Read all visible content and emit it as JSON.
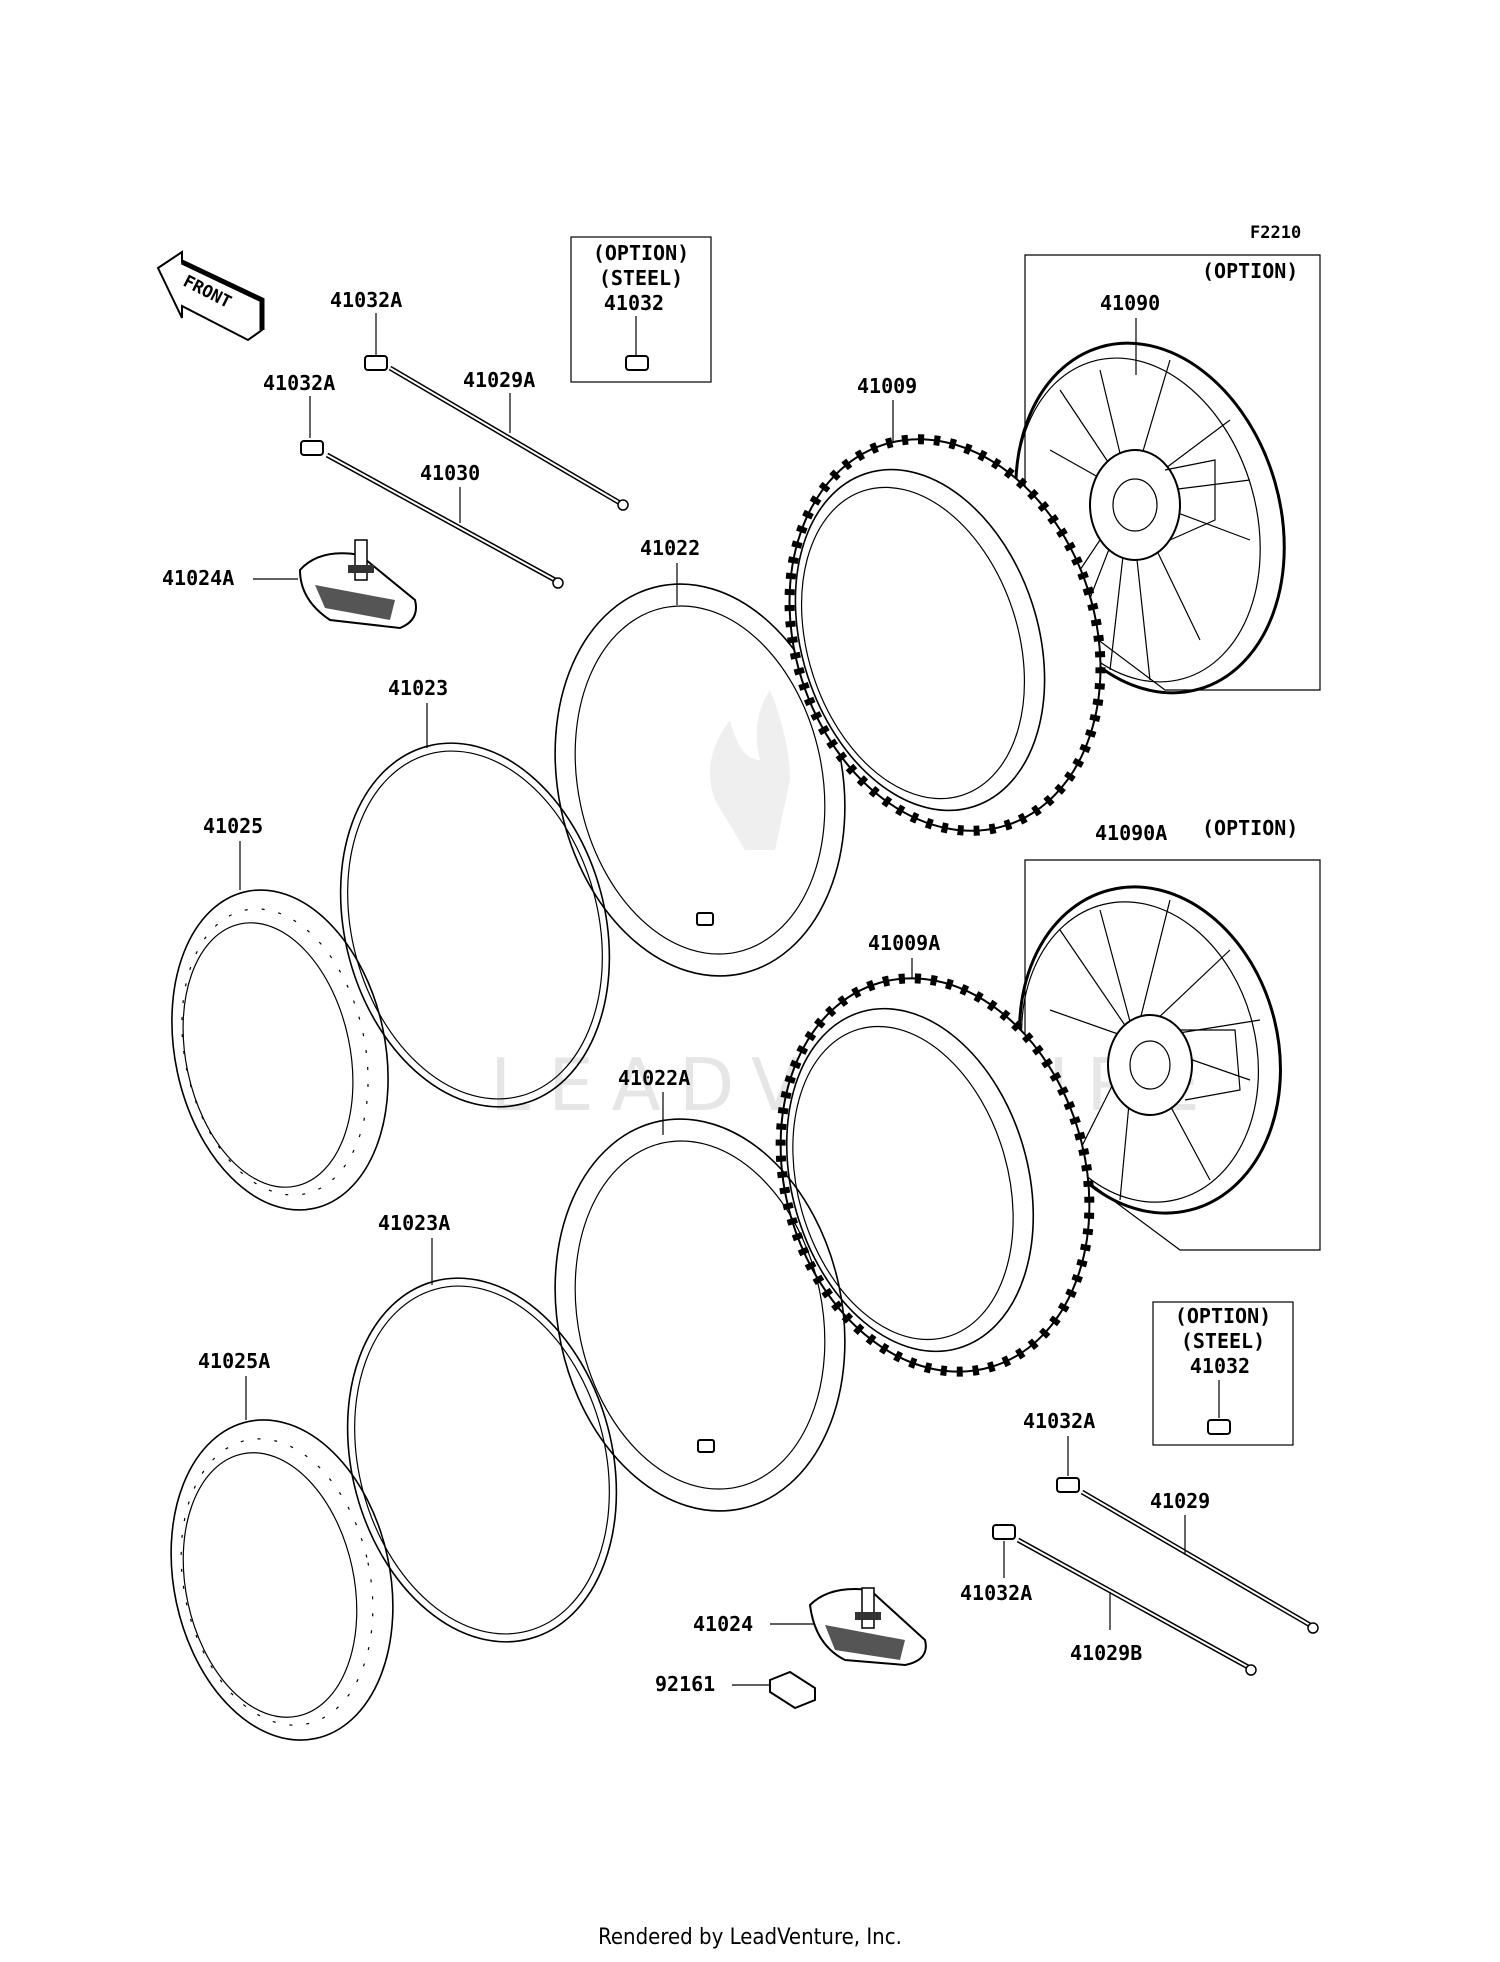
{
  "diagram": {
    "code": "F2210",
    "front_label": "FRONT",
    "option_box_top": {
      "line1": "(OPTION)",
      "line2": "(STEEL)",
      "part": "41032"
    },
    "option_box_bottom": {
      "line1": "(OPTION)",
      "line2": "(STEEL)",
      "part": "41032"
    },
    "wheel_box_front": {
      "label": "(OPTION)",
      "part": "41090"
    },
    "wheel_box_rear": {
      "label": "(OPTION)",
      "part": "41090A"
    },
    "parts": {
      "p41032A_a": "41032A",
      "p41032A_b": "41032A",
      "p41029A": "41029A",
      "p41030": "41030",
      "p41024A": "41024A",
      "p41022": "41022",
      "p41009": "41009",
      "p41023": "41023",
      "p41025": "41025",
      "p41009A": "41009A",
      "p41022A": "41022A",
      "p41023A": "41023A",
      "p41025A": "41025A",
      "p41032A_c": "41032A",
      "p41032A_d": "41032A",
      "p41029": "41029",
      "p41029B": "41029B",
      "p41024": "41024",
      "p92161": "92161"
    },
    "watermark": "LEADVENTURE"
  },
  "footer": {
    "text": "Rendered by LeadVenture, Inc."
  }
}
